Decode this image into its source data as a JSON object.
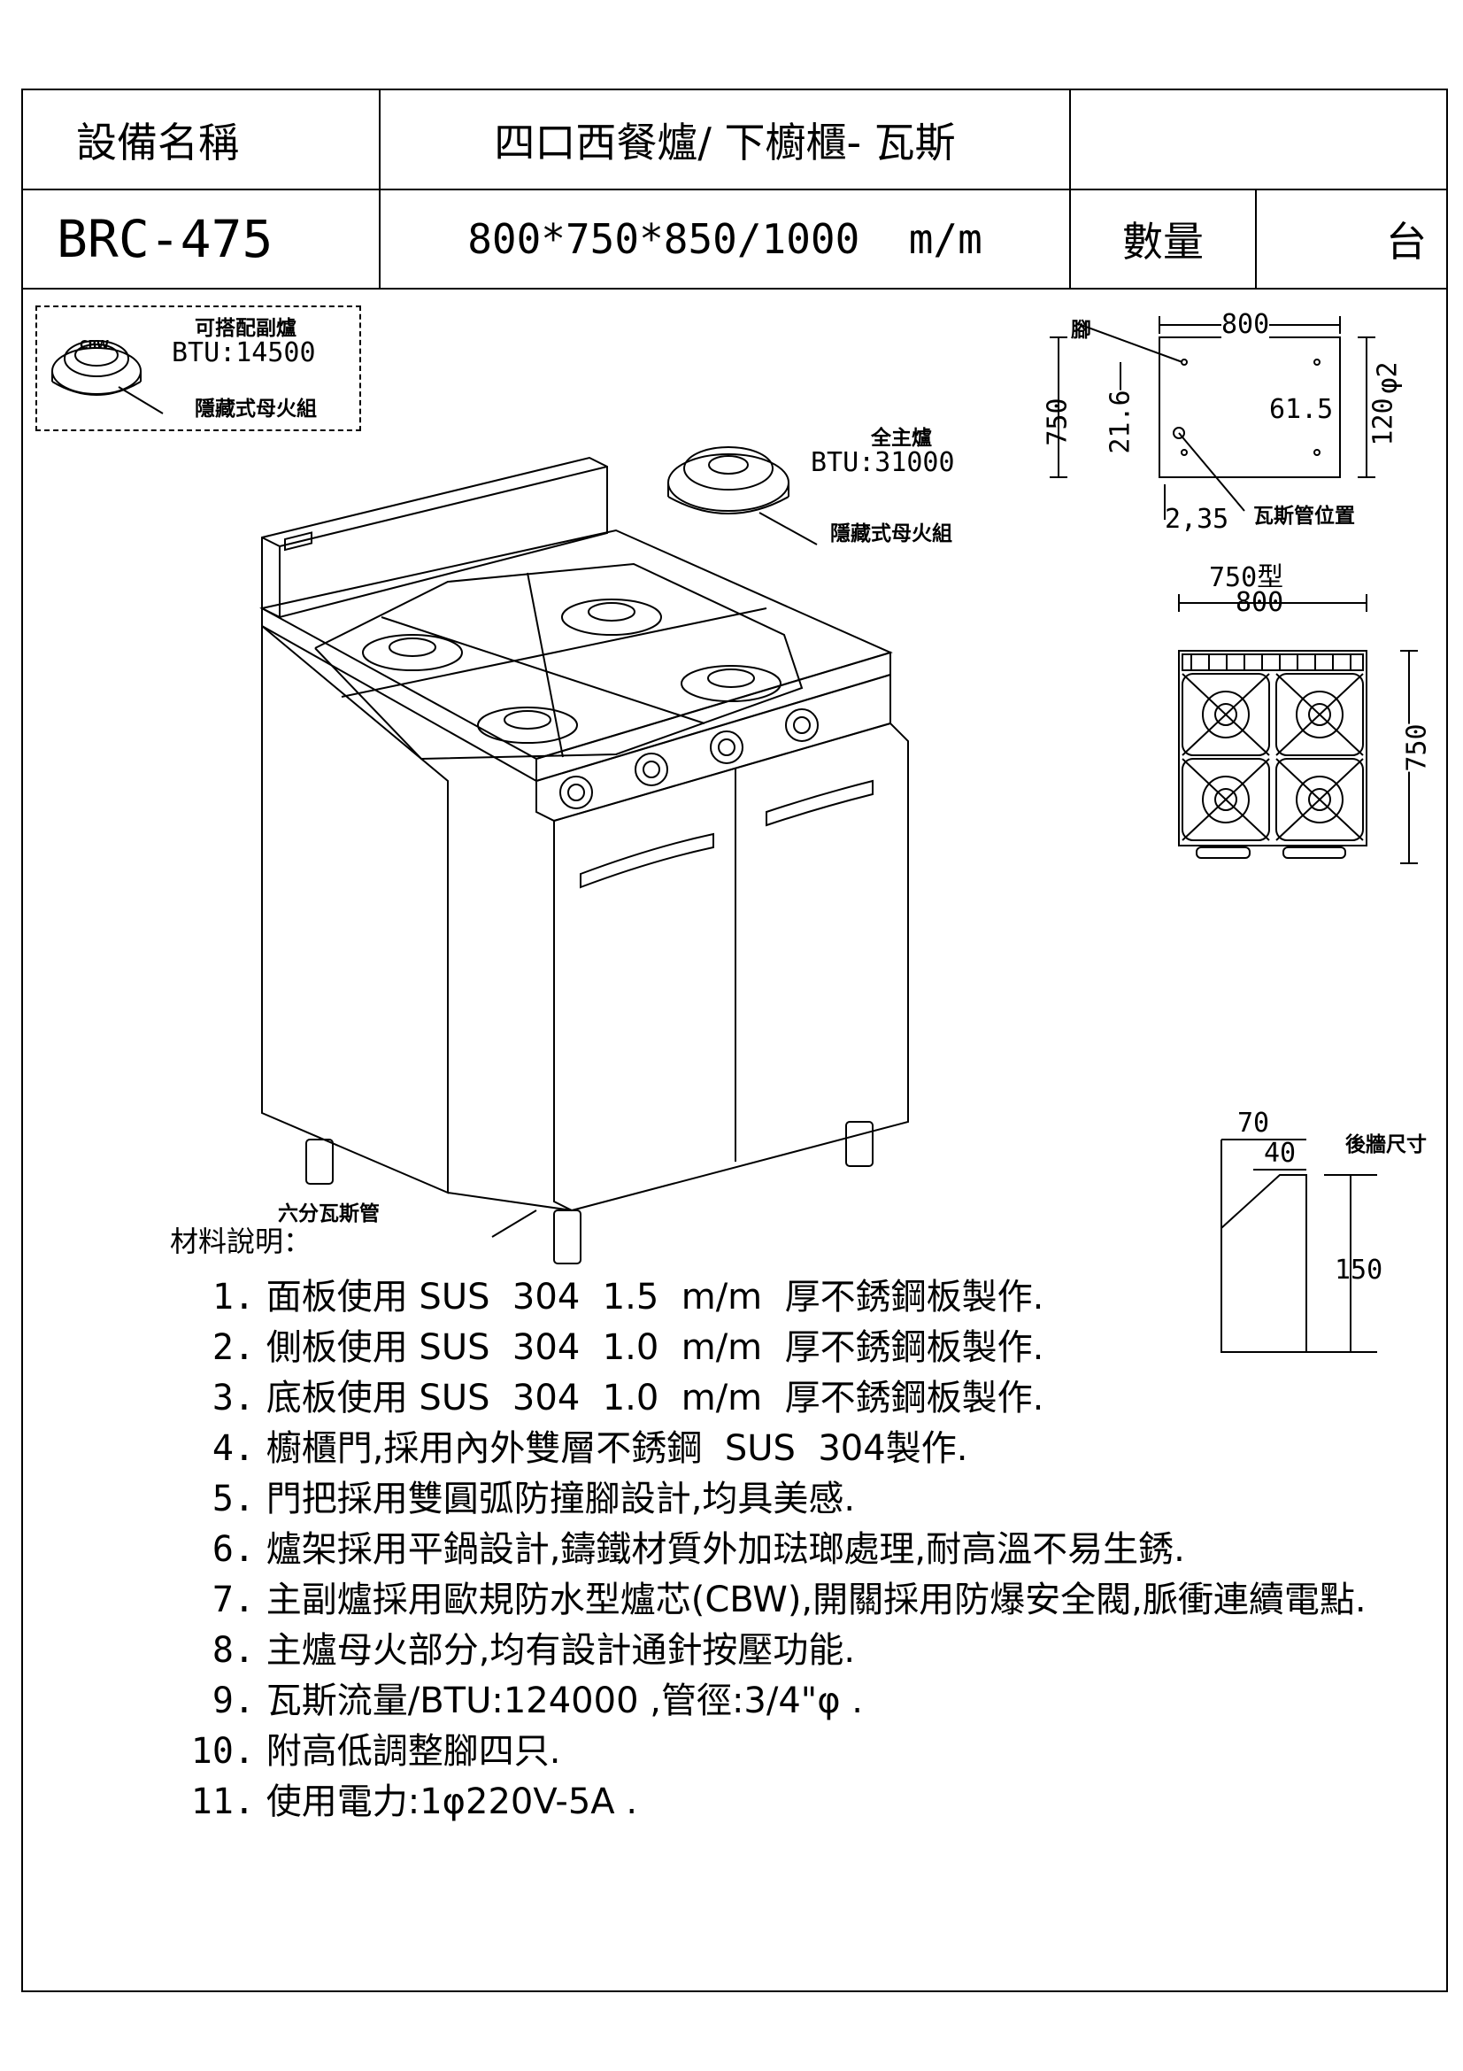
{
  "header": {
    "name_label": "設備名稱",
    "name_value": "四口西餐爐/ 下櫥櫃- 瓦斯",
    "model": "BRC-475",
    "dimensions": "800*750*850/1000  m/m",
    "qty_label": "數量",
    "unit": "台"
  },
  "inset_burner": {
    "title": "可搭配副爐",
    "btu": "BTU:14500",
    "pilot": "隱藏式母火組",
    "logo": "CBW"
  },
  "main_burner": {
    "title": "全主爐",
    "btu": "BTU:31000",
    "pilot": "隱藏式母火組"
  },
  "gas_pipe_label": "六分瓦斯管",
  "plan_view": {
    "foot_label": "腳",
    "width": "800",
    "depth": "750",
    "dim_21_6": "21.6",
    "dim_61_5": "61.5",
    "dim_120_2": "120",
    "phi_2": "φ2",
    "dim_2_35": "2,35",
    "gas_pos_label": "瓦斯管位置"
  },
  "top_view": {
    "title": "750型",
    "width": "800",
    "depth": "750"
  },
  "backsplash": {
    "title": "後牆尺寸",
    "dim_70": "70",
    "dim_40": "40",
    "dim_150": "150"
  },
  "materials": {
    "title": "材料說明：",
    "items": [
      {
        "n": "1.",
        "text": "面板使用 SUS  304  1.5  m/m  厚不銹鋼板製作."
      },
      {
        "n": "2.",
        "text": "側板使用 SUS  304  1.0  m/m  厚不銹鋼板製作."
      },
      {
        "n": "3.",
        "text": "底板使用 SUS  304  1.0  m/m  厚不銹鋼板製作."
      },
      {
        "n": "4.",
        "text": "櫥櫃門,採用內外雙層不銹鋼  SUS  304製作."
      },
      {
        "n": "5.",
        "text": "門把採用雙圓弧防撞腳設計,均具美感."
      },
      {
        "n": "6.",
        "text": "爐架採用平鍋設計,鑄鐵材質外加琺瑯處理,耐高溫不易生銹."
      },
      {
        "n": "7.",
        "text": "主副爐採用歐規防水型爐芯(CBW),開關採用防爆安全閥,脈衝連續電點."
      },
      {
        "n": "8.",
        "text": "主爐母火部分,均有設計通針按壓功能."
      },
      {
        "n": "9.",
        "text": "瓦斯流量/BTU:124000 ,管徑:3/4\"φ ."
      },
      {
        "n": "10.",
        "text": "附高低調整腳四只."
      },
      {
        "n": "11.",
        "text": "使用電力:1φ220V-5A ."
      }
    ]
  }
}
